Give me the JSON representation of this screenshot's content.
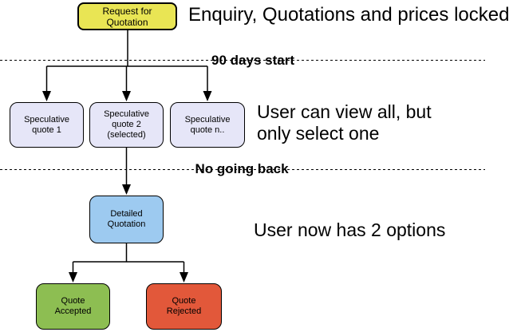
{
  "diagram": {
    "nodes": [
      {
        "id": "request-for-quotation",
        "label": "Request for\nQuotation",
        "color": "#e9e554"
      },
      {
        "id": "speculative-quote-1",
        "label": "Speculative\nquote 1",
        "color": "#e6e6f8"
      },
      {
        "id": "speculative-quote-2",
        "label": "Speculative\nquote 2\n(selected)",
        "color": "#e6e6f8"
      },
      {
        "id": "speculative-quote-n",
        "label": "Speculative\nquote n..",
        "color": "#e6e6f8"
      },
      {
        "id": "detailed-quotation",
        "label": "Detailed\nQuotation",
        "color": "#9dcaf0"
      },
      {
        "id": "quote-accepted",
        "label": "Quote\nAccepted",
        "color": "#8dbe52"
      },
      {
        "id": "quote-rejected",
        "label": "Quote\nRejected",
        "color": "#e2583a"
      }
    ],
    "milestones": [
      {
        "text": "90 days start"
      },
      {
        "text": "No going back"
      }
    ],
    "annotations": [
      {
        "text": "Enquiry, Quotations and prices locked"
      },
      {
        "text": "User can view all, but\nonly select one"
      },
      {
        "text": "User now has 2 options"
      }
    ],
    "colors": {
      "background": "#ffffff",
      "line": "#000000",
      "text": "#000000"
    }
  }
}
